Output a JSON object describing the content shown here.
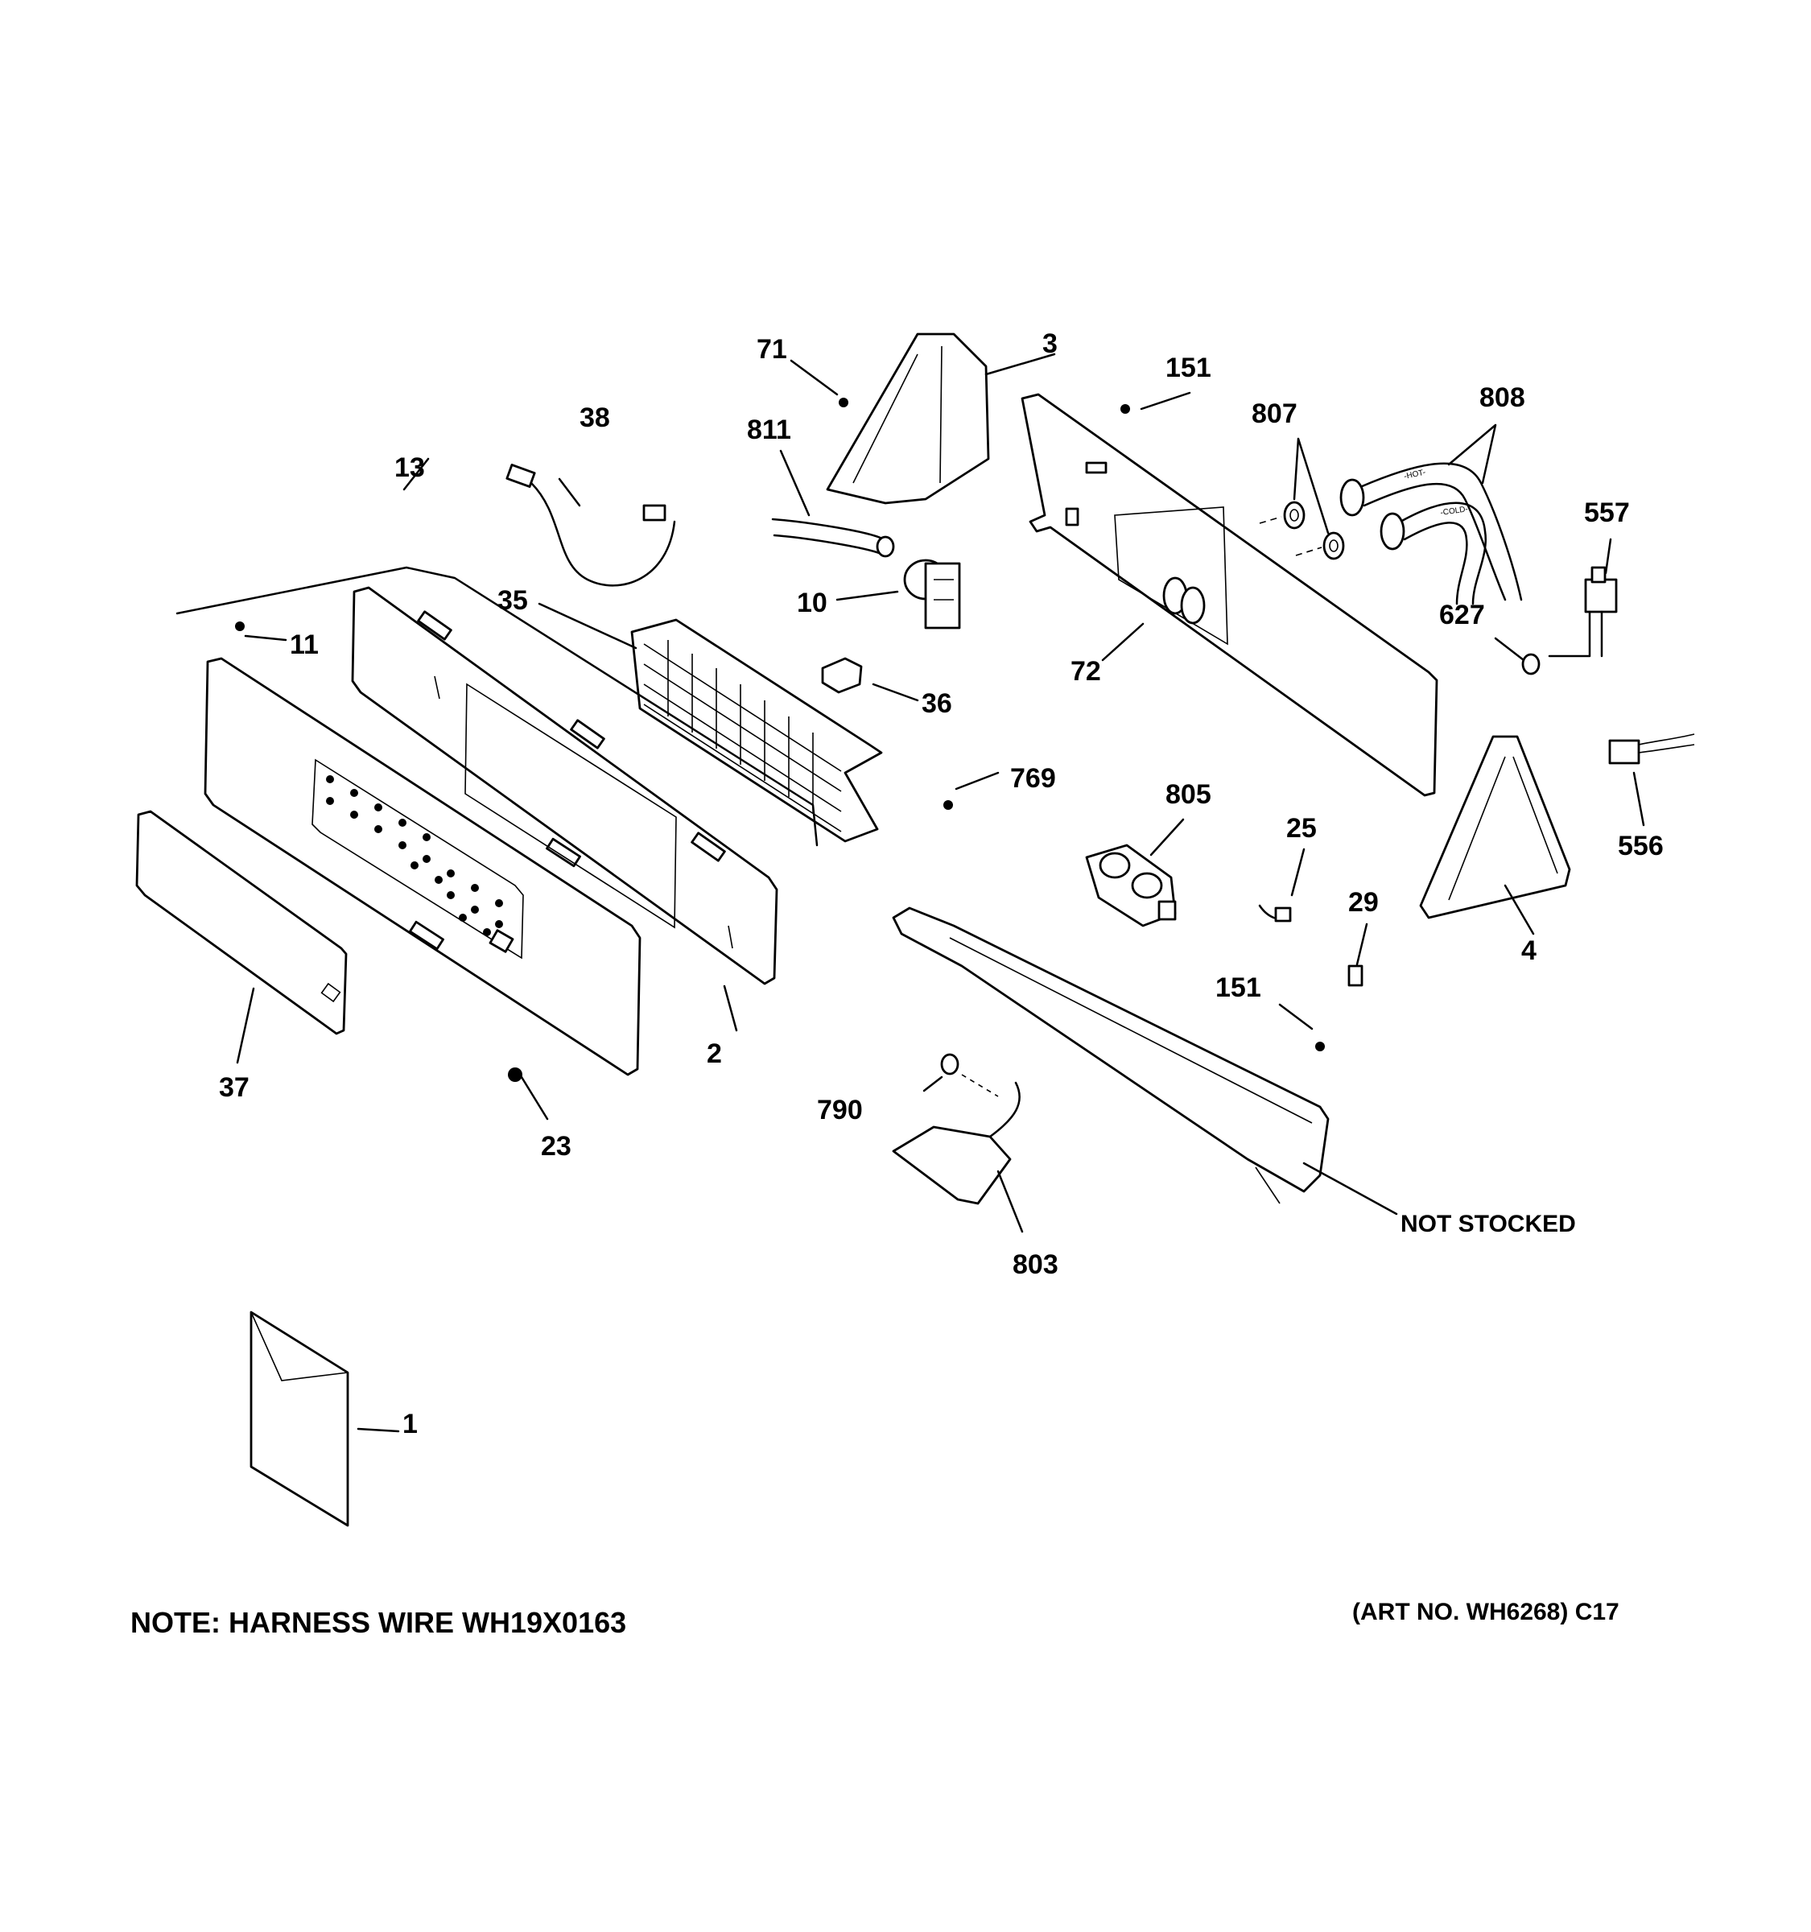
{
  "diagram": {
    "callouts": {
      "c1": "1",
      "c2": "2",
      "c3": "3",
      "c4": "4",
      "c10": "10",
      "c11": "11",
      "c13": "13",
      "c23": "23",
      "c25": "25",
      "c29": "29",
      "c35": "35",
      "c36": "36",
      "c37": "37",
      "c38": "38",
      "c71": "71",
      "c72": "72",
      "c151a": "151",
      "c151b": "151",
      "c556": "556",
      "c557": "557",
      "c627": "627",
      "c769": "769",
      "c790": "790",
      "c803": "803",
      "c805": "805",
      "c807": "807",
      "c808": "808",
      "c811": "811"
    },
    "not_stocked": "NOT STOCKED",
    "hose_hot": "-HOT-",
    "hose_cold": "-COLD-",
    "note": "NOTE: HARNESS WIRE WH19X0163",
    "art_no": "(ART NO. WH6268) C17"
  },
  "colors": {
    "ink": "#000000",
    "paper": "#ffffff"
  }
}
